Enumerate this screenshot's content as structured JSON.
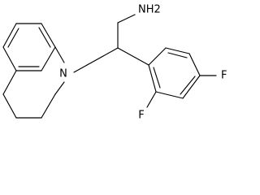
{
  "molecule": {
    "atoms": {
      "amine": "NH2",
      "ring_nitrogen": "N",
      "fluorine_ortho": "F",
      "fluorine_para": "F"
    },
    "colors": {
      "bond": "#000000",
      "label": "#000000",
      "background": "#ffffff"
    }
  }
}
